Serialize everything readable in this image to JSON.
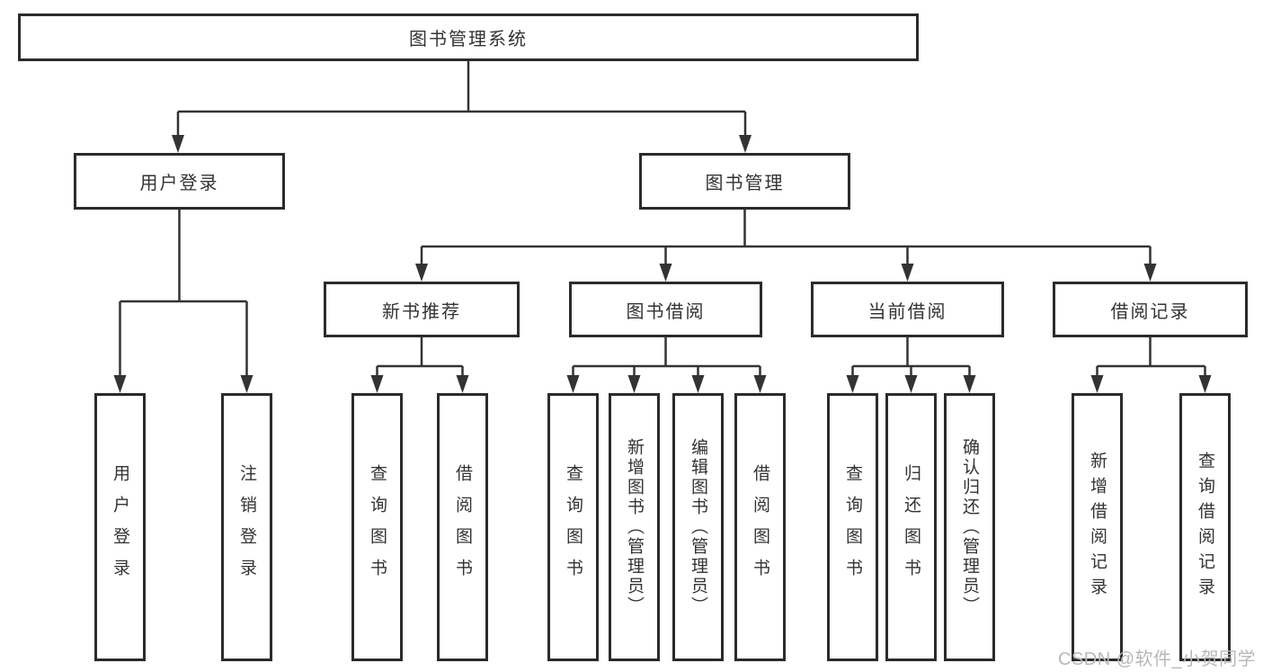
{
  "diagram": {
    "title": "图书管理系统",
    "level2": {
      "user_login": "用户登录",
      "book_management": "图书管理"
    },
    "level3": {
      "new_book_recommend": "新书推荐",
      "book_borrowing": "图书借阅",
      "current_borrowing": "当前借阅",
      "borrowing_records": "借阅记录"
    },
    "leaves": {
      "user_login": [
        "用户登录",
        "注销登录"
      ],
      "new_book_recommend": [
        "查询图书",
        "借阅图书"
      ],
      "book_borrowing": [
        "查询图书",
        "新增图书（管理员）",
        "编辑图书（管理员）",
        "借阅图书"
      ],
      "current_borrowing": [
        "查询图书",
        "归还图书",
        "确认归还（管理员）"
      ],
      "borrowing_records": [
        "新增借阅记录",
        "查询借阅记录"
      ]
    },
    "watermark": "CSDN @软件_小贺同学",
    "colors": {
      "line": "#333333",
      "box_border": "#2b2b2b",
      "text": "#333333",
      "watermark": "#b8b8b8",
      "background": "#ffffff"
    }
  }
}
